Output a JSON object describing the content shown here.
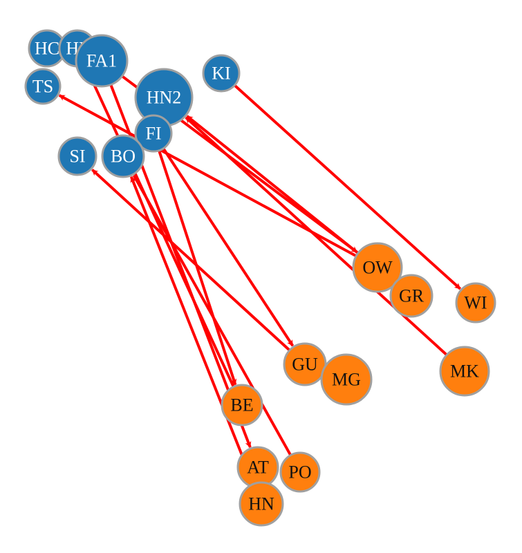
{
  "colors": {
    "blue_node": "#1f77b4",
    "orange_node": "#ff7f0e",
    "node_stroke": "#a0a0a0",
    "edge": "#ff0000",
    "blue_label": "#ffffff",
    "orange_label": "#111111"
  },
  "graph": {
    "nodes": [
      {
        "id": "HC",
        "label": "HC",
        "group": "blue"
      },
      {
        "id": "HF",
        "label": "HF",
        "group": "blue"
      },
      {
        "id": "FA1",
        "label": "FA1",
        "group": "blue"
      },
      {
        "id": "TS",
        "label": "TS",
        "group": "blue"
      },
      {
        "id": "KI",
        "label": "KI",
        "group": "blue"
      },
      {
        "id": "HN2",
        "label": "HN2",
        "group": "blue"
      },
      {
        "id": "FI",
        "label": "FI",
        "group": "blue"
      },
      {
        "id": "SI",
        "label": "SI",
        "group": "blue"
      },
      {
        "id": "BO",
        "label": "BO",
        "group": "blue"
      },
      {
        "id": "OW",
        "label": "OW",
        "group": "orange"
      },
      {
        "id": "GR",
        "label": "GR",
        "group": "orange"
      },
      {
        "id": "WI",
        "label": "WI",
        "group": "orange"
      },
      {
        "id": "GU",
        "label": "GU",
        "group": "orange"
      },
      {
        "id": "MG",
        "label": "MG",
        "group": "orange"
      },
      {
        "id": "MK",
        "label": "MK",
        "group": "orange"
      },
      {
        "id": "BE",
        "label": "BE",
        "group": "orange"
      },
      {
        "id": "AT",
        "label": "AT",
        "group": "orange"
      },
      {
        "id": "PO",
        "label": "PO",
        "group": "orange"
      },
      {
        "id": "HN",
        "label": "HN",
        "group": "orange"
      }
    ],
    "edges": [
      {
        "source": "KI",
        "target": "WI"
      },
      {
        "source": "OW",
        "target": "TS"
      },
      {
        "source": "GR",
        "target": "HN2"
      },
      {
        "source": "MK",
        "target": "HN2"
      },
      {
        "source": "FA1",
        "target": "OW"
      },
      {
        "source": "FI",
        "target": "GU"
      },
      {
        "source": "GU",
        "target": "SI"
      },
      {
        "source": "FI",
        "target": "BE"
      },
      {
        "source": "BE",
        "target": "HF"
      },
      {
        "source": "FA1",
        "target": "AT"
      },
      {
        "source": "PO",
        "target": "BO"
      },
      {
        "source": "HN",
        "target": "BO"
      }
    ]
  }
}
